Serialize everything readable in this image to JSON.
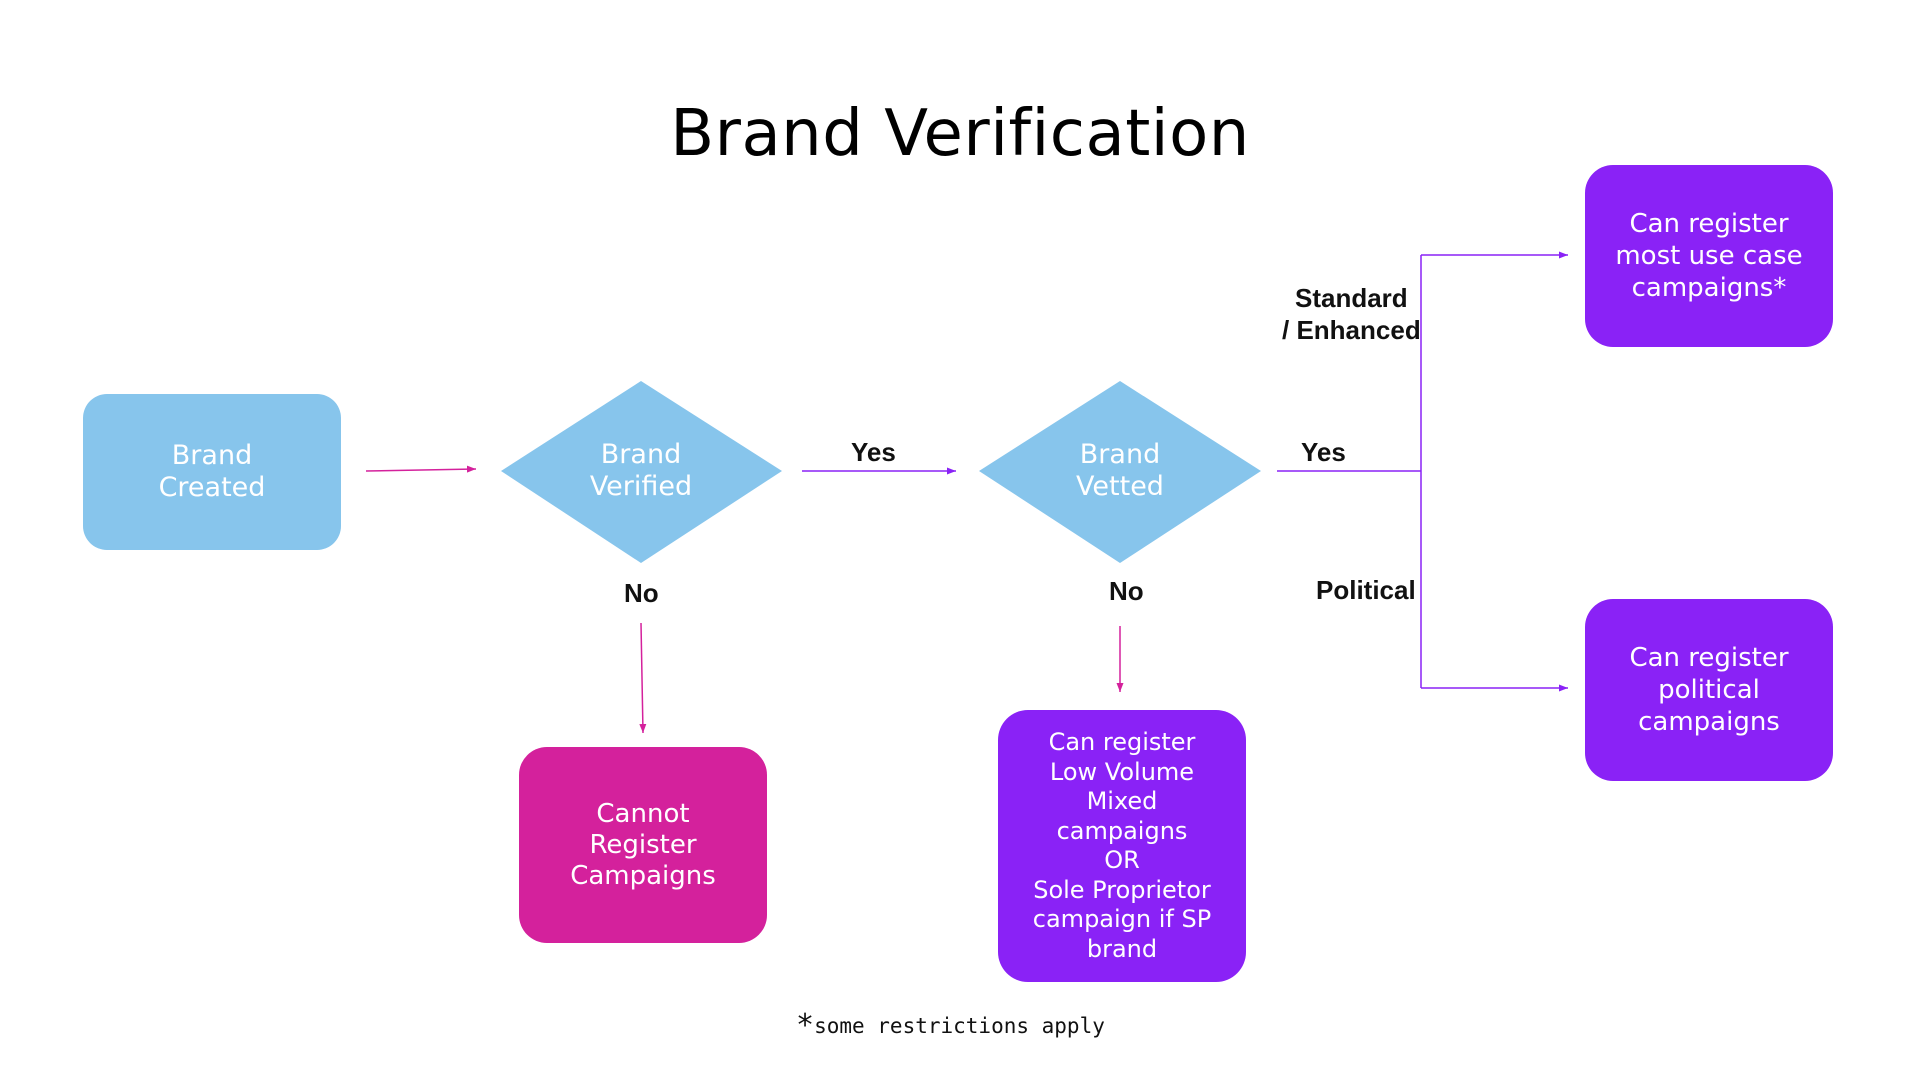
{
  "title": "Brand Verification",
  "nodes": {
    "brand_created": "Brand\nCreated",
    "brand_verified": "Brand\nVerified",
    "brand_vetted": "Brand\nVetted",
    "cannot_register": "Cannot\nRegister\nCampaigns",
    "low_volume": "Can register\nLow Volume\nMixed\ncampaigns\nOR\nSole Proprietor\ncampaign if SP\nbrand",
    "most_use_case": "Can register\nmost use case\ncampaigns*",
    "political": "Can register\npolitical\ncampaigns"
  },
  "edge_labels": {
    "verified_yes": "Yes",
    "verified_no": "No",
    "vetted_yes": "Yes",
    "vetted_no": "No",
    "standard_enhanced": "Standard\n/ Enhanced",
    "political": "Political"
  },
  "footnote": {
    "star": "*",
    "text": "some restrictions apply"
  },
  "colors": {
    "start": "#87c5ec",
    "decision": "#87c5ec",
    "negative": "#d4219c",
    "positive": "#8a22f6",
    "arrow_pink": "#d4219c",
    "arrow_purple": "#8a22f6"
  }
}
